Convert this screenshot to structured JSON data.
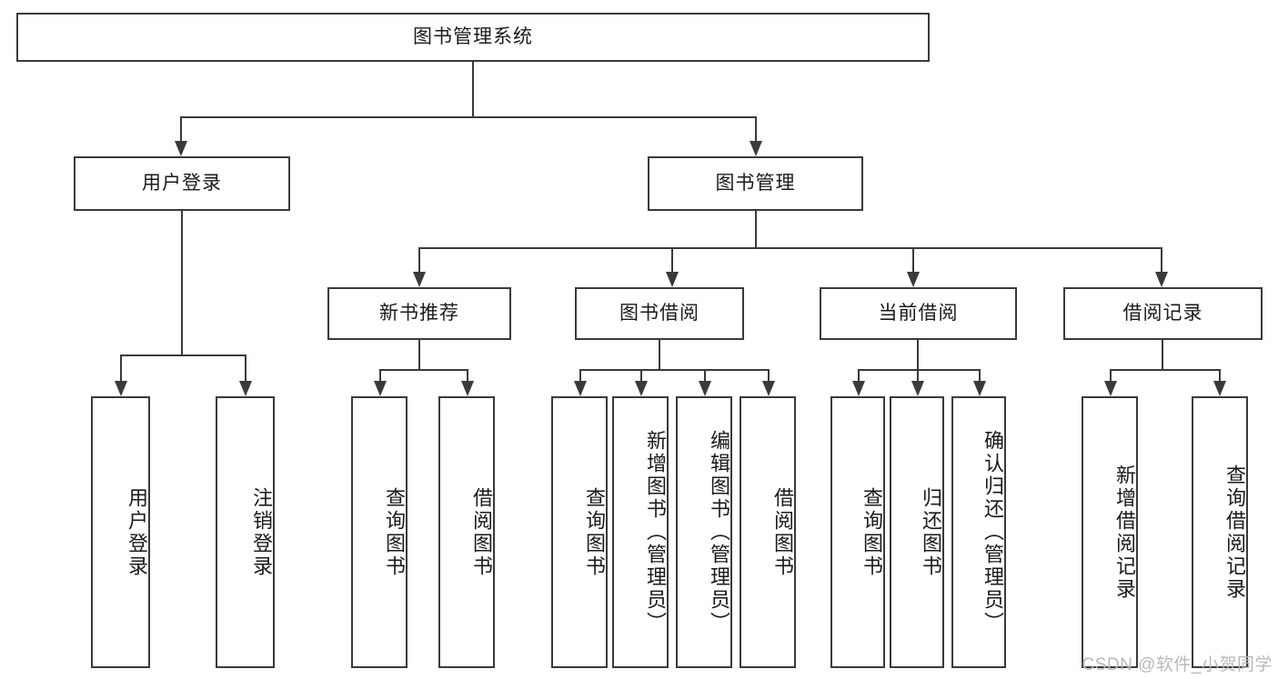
{
  "diagram": {
    "title": "图书管理系统",
    "type": "tree-hierarchy-diagram",
    "watermark": "CSDN @软件_小贺同学",
    "colors": {
      "stroke": "#3a3a3a",
      "fill": "#ffffff",
      "text": "#1a1a1a",
      "watermark": "#b9b9b9"
    },
    "root": {
      "label": "图书管理系统"
    },
    "level2": [
      {
        "id": "user-login",
        "label": "用户登录"
      },
      {
        "id": "book-manage",
        "label": "图书管理"
      }
    ],
    "level3": [
      {
        "id": "new-book-recommend",
        "label": "新书推荐"
      },
      {
        "id": "book-borrow",
        "label": "图书借阅"
      },
      {
        "id": "current-borrow",
        "label": "当前借阅"
      },
      {
        "id": "borrow-record",
        "label": "借阅记录"
      }
    ],
    "leaves": {
      "user_login": [
        {
          "id": "leaf-user-login",
          "label": "用户登录"
        },
        {
          "id": "leaf-logout",
          "label": "注销登录"
        }
      ],
      "new_book_recommend": [
        {
          "id": "leaf-query-book-1",
          "label": "查询图书"
        },
        {
          "id": "leaf-borrow-book-1",
          "label": "借阅图书"
        }
      ],
      "book_borrow": [
        {
          "id": "leaf-query-book-2",
          "label": "查询图书"
        },
        {
          "id": "leaf-add-book",
          "label": "新增图书（管理员）"
        },
        {
          "id": "leaf-edit-book",
          "label": "编辑图书（管理员）"
        },
        {
          "id": "leaf-borrow-book-2",
          "label": "借阅图书"
        }
      ],
      "current_borrow": [
        {
          "id": "leaf-query-book-3",
          "label": "查询图书"
        },
        {
          "id": "leaf-return-book",
          "label": "归还图书"
        },
        {
          "id": "leaf-confirm-return",
          "label": "确认归还（管理员）"
        }
      ],
      "borrow_record": [
        {
          "id": "leaf-add-record",
          "label": "新增借阅记录"
        },
        {
          "id": "leaf-query-record",
          "label": "查询借阅记录"
        }
      ]
    }
  }
}
